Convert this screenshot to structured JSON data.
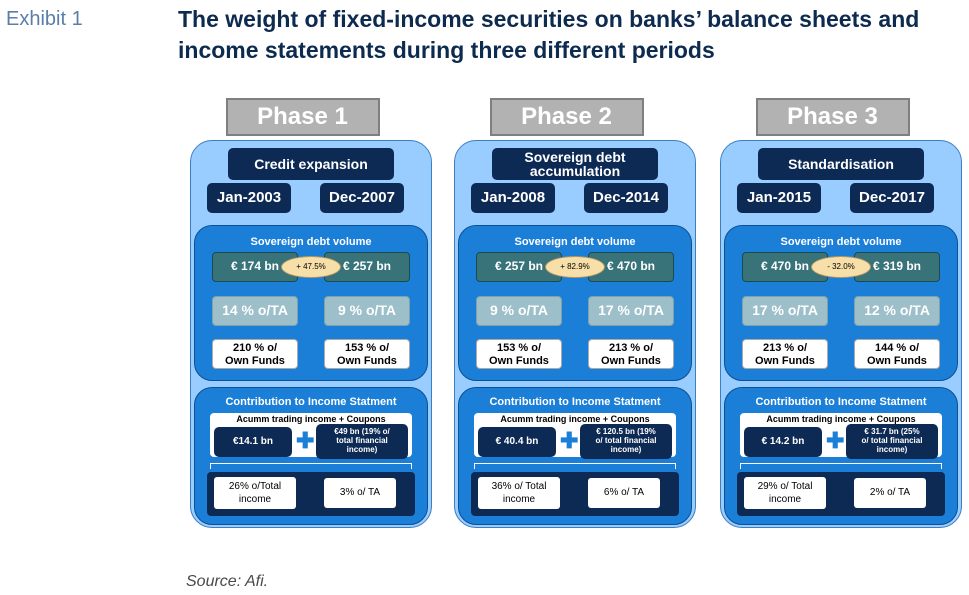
{
  "exhibit": "Exhibit 1",
  "title": "The weight of fixed-income securities on banks’ balance sheets and income statements during three different periods",
  "source": "Source: Afi.",
  "phases": [
    {
      "label": "Phase 1",
      "subtitle": "Credit expansion",
      "start": "Jan-2003",
      "end": "Dec-2007",
      "volume_title": "Sovereign debt volume",
      "vol_start": "€ 174 bn",
      "vol_end": "€ 257 bn",
      "change": "+ 47.5%",
      "ota_start": "14 % o/TA",
      "ota_end": "9 % o/TA",
      "own_start_l1": "210 % o/",
      "own_start_l2": "Own Funds",
      "own_end_l1": "153 % o/",
      "own_end_l2": "Own Funds",
      "contrib_title": "Contribution to Income Statment",
      "acumm": "Acumm trading income + Coupons",
      "income": "€14.1 bn",
      "coupons_l1": "€49 bn (19% o/",
      "coupons_l2": "total financial",
      "coupons_l3": "income)",
      "total_l1": "26% o/Total",
      "total_l2": "income",
      "ta": "3% o/ TA"
    },
    {
      "label": "Phase 2",
      "subtitle": "Sovereign debt accumulation",
      "start": "Jan-2008",
      "end": "Dec-2014",
      "volume_title": "Sovereign debt volume",
      "vol_start": "€ 257 bn",
      "vol_end": "€ 470 bn",
      "change": "+ 82.9%",
      "ota_start": "9 % o/TA",
      "ota_end": "17 % o/TA",
      "own_start_l1": "153 % o/",
      "own_start_l2": "Own Funds",
      "own_end_l1": "213 % o/",
      "own_end_l2": "Own Funds",
      "contrib_title": "Contribution to Income Statment",
      "acumm": "Acumm trading income + Coupons",
      "income": "€ 40.4 bn",
      "coupons_l1": "€ 120.5 bn (19%",
      "coupons_l2": "o/ total financial",
      "coupons_l3": "income)",
      "total_l1": "36% o/ Total",
      "total_l2": "income",
      "ta": "6% o/ TA"
    },
    {
      "label": "Phase 3",
      "subtitle": "Standardisation",
      "start": "Jan-2015",
      "end": "Dec-2017",
      "volume_title": "Sovereign debt volume",
      "vol_start": "€ 470 bn",
      "vol_end": "€ 319 bn",
      "change": "- 32.0%",
      "ota_start": "17 % o/TA",
      "ota_end": "12 % o/TA",
      "own_start_l1": "213 % o/",
      "own_start_l2": "Own Funds",
      "own_end_l1": "144 % o/",
      "own_end_l2": "Own Funds",
      "contrib_title": "Contribution to Income Statment",
      "acumm": "Acumm trading income + Coupons",
      "income": "€ 14.2 bn",
      "coupons_l1": "€ 31.7 bn (25%",
      "coupons_l2": "o/ total financial",
      "coupons_l3": "income)",
      "total_l1": "29% o/ Total",
      "total_l2": "income",
      "ta": "2% o/ TA"
    }
  ]
}
